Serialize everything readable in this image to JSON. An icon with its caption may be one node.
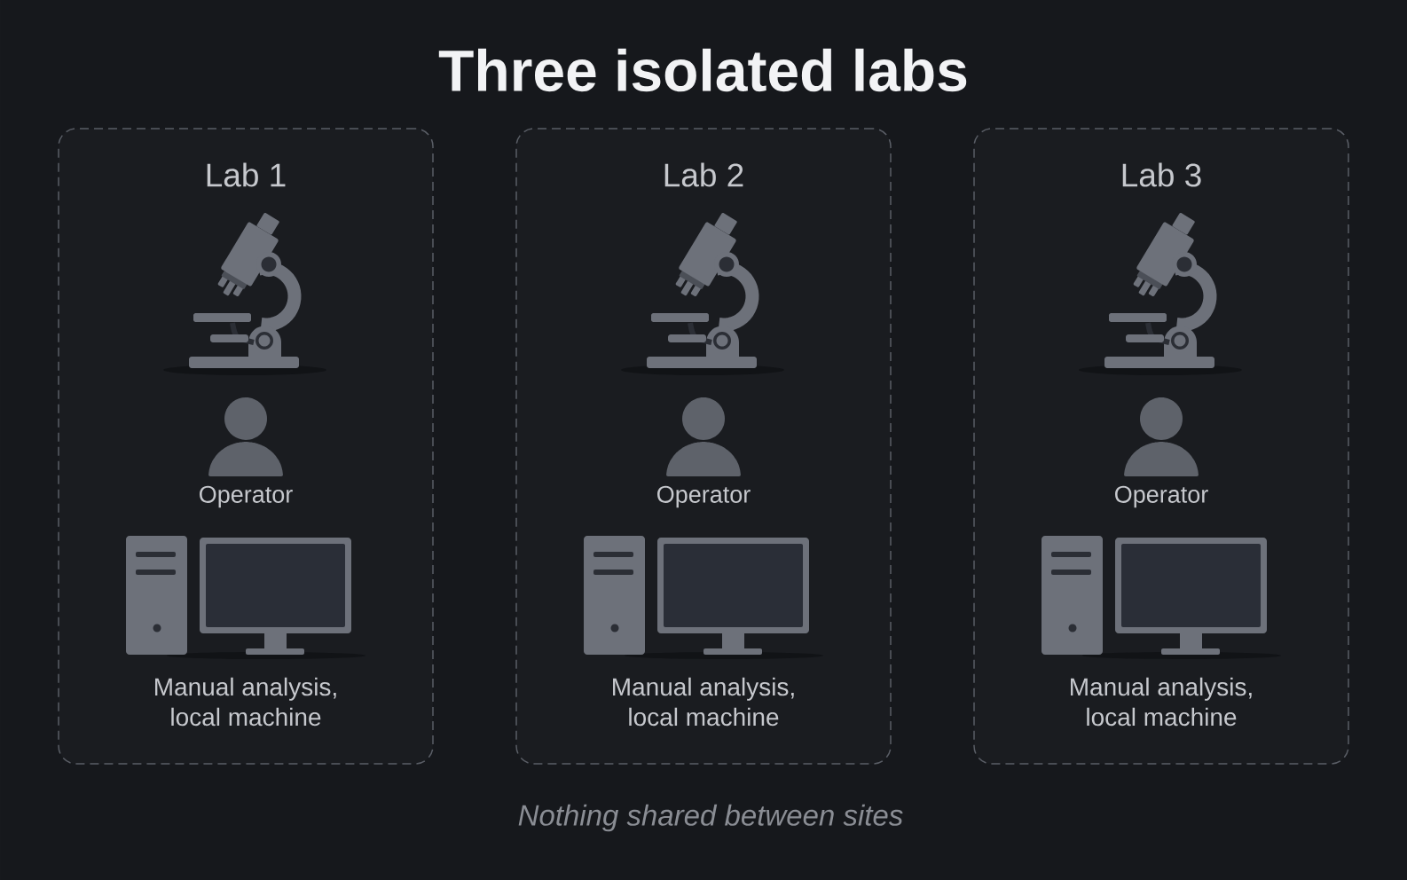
{
  "diagram": {
    "title": "Three isolated labs",
    "caption": "Nothing shared between sites",
    "nodes": [
      {
        "text": [
          "Lab 1",
          "Operator",
          "Manual analysis, local machine"
        ]
      },
      {
        "text": [
          "Lab 2",
          "Operator",
          "Manual analysis, local machine"
        ]
      },
      {
        "text": [
          "Lab 3",
          "Operator",
          "Manual analysis, local machine"
        ]
      }
    ]
  }
}
